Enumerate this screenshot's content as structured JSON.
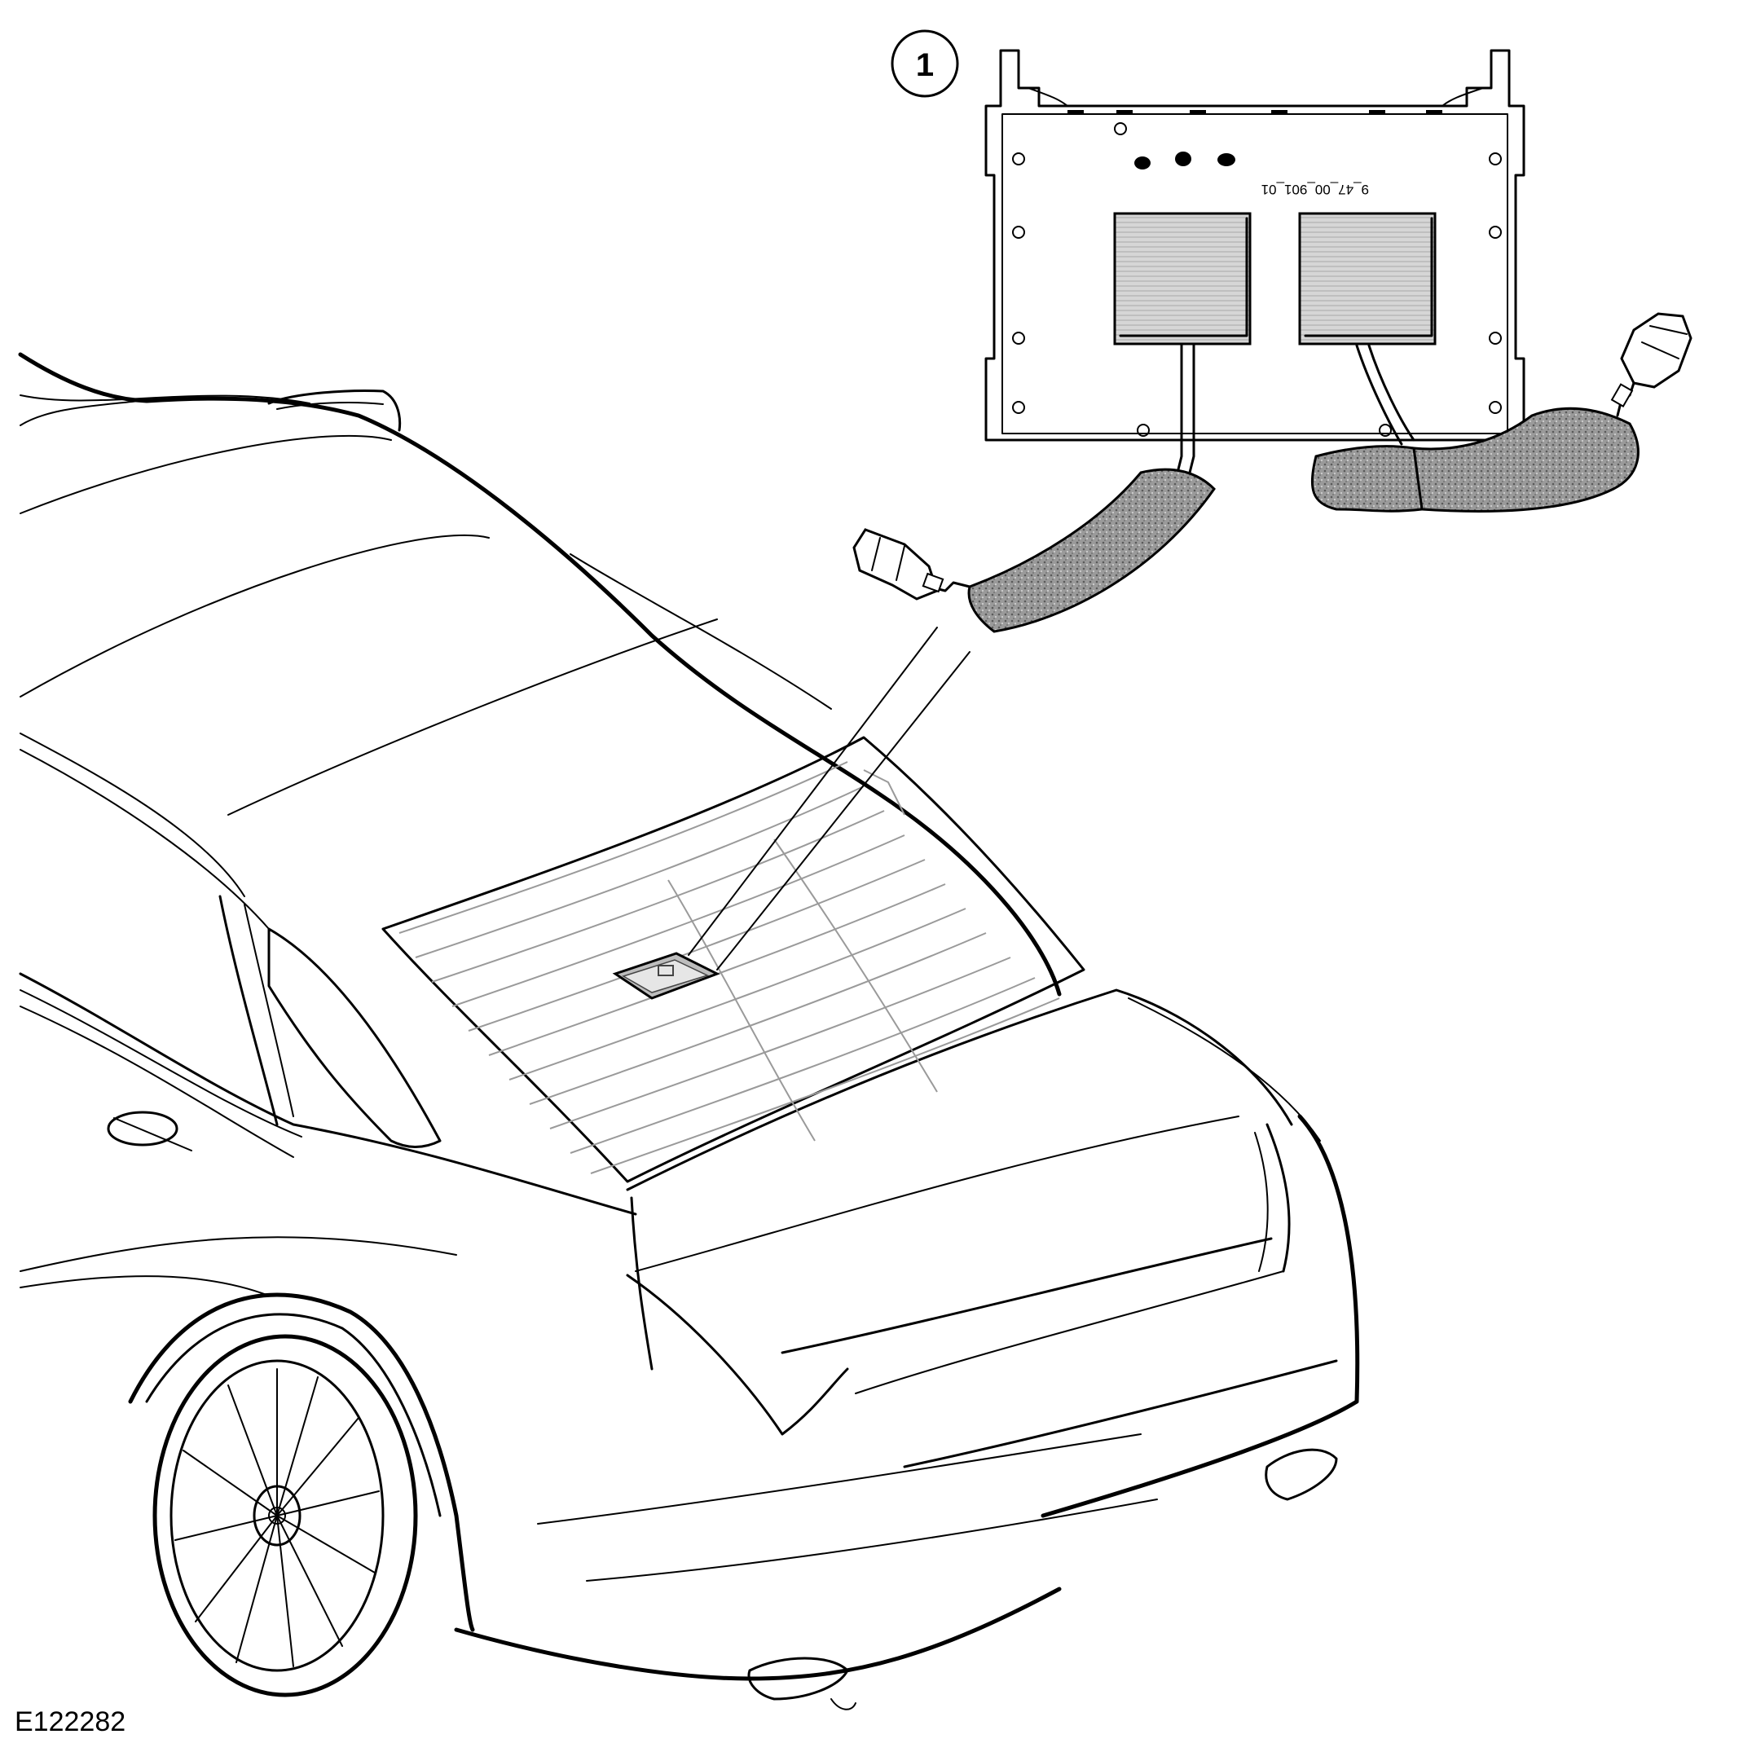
{
  "diagram": {
    "figure_id": "E122282",
    "callout": {
      "number": "1"
    },
    "component": {
      "part_marking": "9_47_00_901_01"
    },
    "colors": {
      "line": "#000000",
      "foam": "#8c8c8c",
      "pad": "#c8c8c8",
      "grid": "#9a9a9a"
    },
    "icons": [
      "callout-circle",
      "antenna-module",
      "coaxial-connector",
      "foam-sleeve",
      "heated-grid"
    ]
  }
}
